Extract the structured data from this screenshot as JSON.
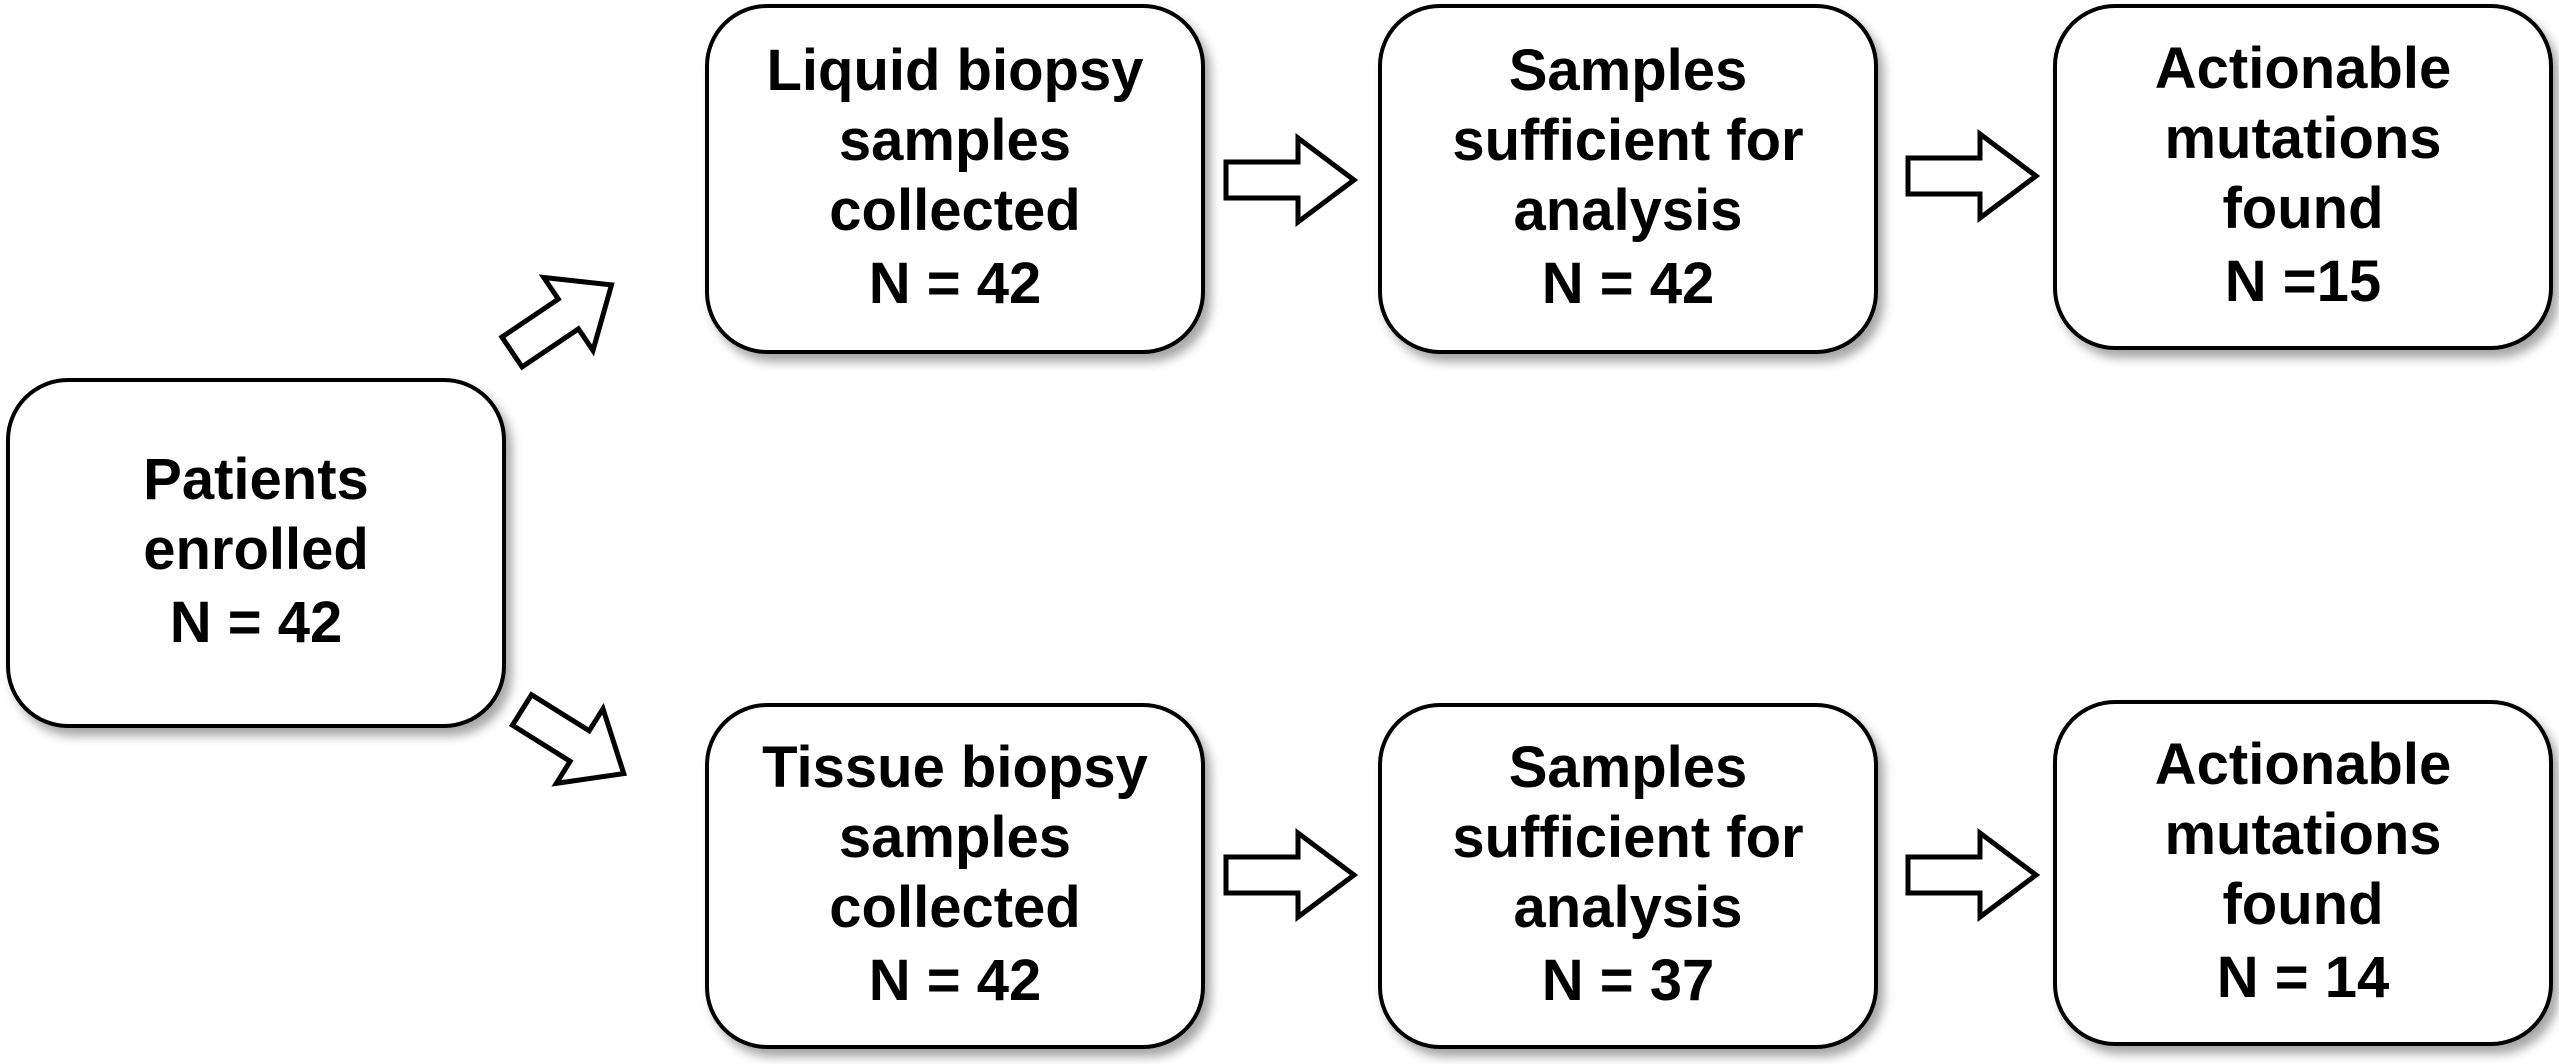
{
  "diagram": {
    "patients": {
      "lines": [
        "Patients",
        "enrolled"
      ],
      "count": "N = 42"
    },
    "liquid_branch": {
      "collected": {
        "lines": [
          "Liquid biopsy",
          "samples",
          "collected"
        ],
        "count": "N = 42"
      },
      "sufficient": {
        "lines": [
          "Samples",
          "sufficient for",
          "analysis"
        ],
        "count": "N = 42"
      },
      "mutations": {
        "lines": [
          "Actionable",
          "mutations",
          "found"
        ],
        "count": "N =15"
      }
    },
    "tissue_branch": {
      "collected": {
        "lines": [
          "Tissue biopsy",
          "samples",
          "collected"
        ],
        "count": "N = 42"
      },
      "sufficient": {
        "lines": [
          "Samples",
          "sufficient for",
          "analysis"
        ],
        "count": "N = 37"
      },
      "mutations": {
        "lines": [
          "Actionable",
          "mutations",
          "found"
        ],
        "count": "N = 14"
      }
    },
    "arrow_icon": "block-arrow-icon",
    "colors": {
      "border": "#000000",
      "fill": "#ffffff",
      "text": "#000000"
    }
  }
}
